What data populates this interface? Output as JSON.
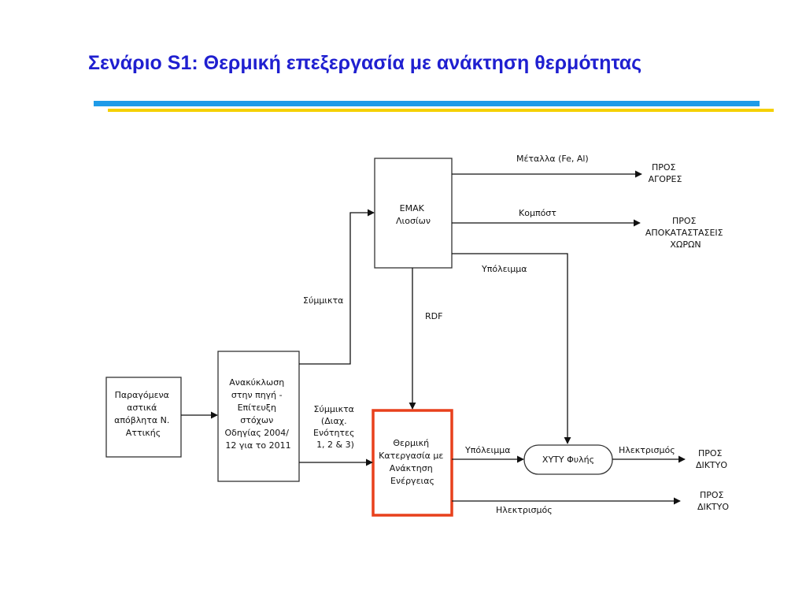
{
  "title": "Σενάριο S1: Θερμική επεξεργασία με ανάκτηση θερμότητας",
  "colors": {
    "title": "#1f1fd0",
    "rule_blue": "#1e9be8",
    "rule_yellow": "#f5d000",
    "highlight": "#e8401c"
  },
  "nodes": {
    "source": [
      "Παραγόμενα",
      "αστικά",
      "απόβλητα Ν.",
      "Αττικής"
    ],
    "recycling": [
      "Ανακύκλωση",
      "στην πηγή -",
      "Επίτευξη",
      "στόχων",
      "Οδηγίας 2004/",
      "12 για το 2011"
    ],
    "emak": [
      "ΕΜΑΚ",
      "Λιοσίων"
    ],
    "thermal": [
      "Θερμική",
      "Κατεργασία με",
      "Ανάκτηση",
      "Ενέργειας"
    ],
    "landfill": "ΧΥΤΥ Φυλής"
  },
  "edge_labels": {
    "mixed_top": "Σύμμικτα",
    "mixed_mid": [
      "Σύμμικτα",
      "(Διαχ.",
      "Ενότητες",
      "1, 2 & 3)"
    ],
    "metals": "Μέταλλα (Fe, Al)",
    "compost": "Κομπόστ",
    "residue_emak": "Υπόλειμμα",
    "rdf": "RDF",
    "residue_thermal": "Υπόλειμμα",
    "electricity_landfill": "Ηλεκτρισμός",
    "electricity_thermal": "Ηλεκτρισμός"
  },
  "destinations": {
    "markets": [
      "ΠΡΟΣ",
      "ΑΓΟΡΕΣ"
    ],
    "restoration": [
      "ΠΡΟΣ",
      "ΑΠΟΚΑΤΑΣΤΑΣΕΙΣ",
      "ΧΩΡΩΝ"
    ],
    "grid_landfill": [
      "ΠΡΟΣ",
      "ΔΙΚΤΥΟ"
    ],
    "grid_thermal": [
      "ΠΡΟΣ",
      "ΔΙΚΤΥΟ"
    ]
  }
}
